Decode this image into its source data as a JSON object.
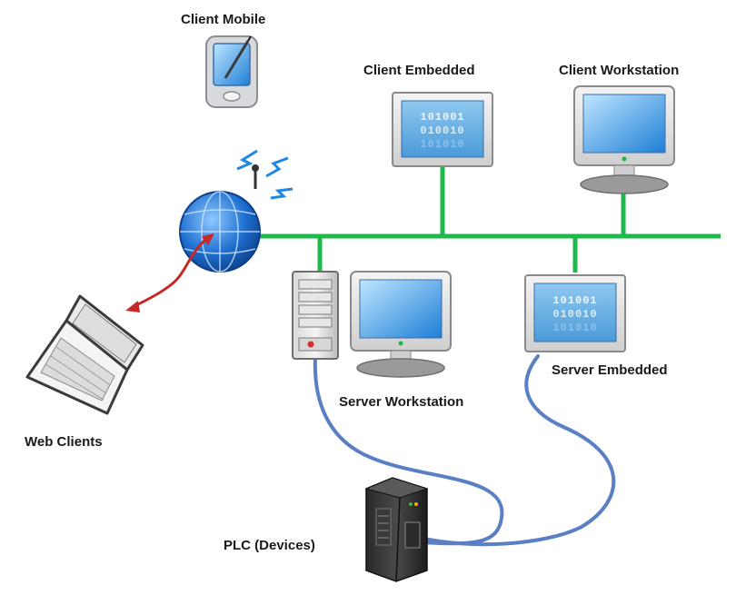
{
  "labels": {
    "client_mobile": "Client Mobile",
    "client_embedded": "Client Embedded",
    "client_workstation": "Client Workstation",
    "web_clients": "Web Clients",
    "server_workstation": "Server Workstation",
    "server_embedded": "Server Embedded",
    "plc_devices": "PLC (Devices)"
  },
  "embedded_screen": {
    "line1": "101001",
    "line2": "010010",
    "line3": "101010"
  },
  "colors": {
    "network_line": "#1fb84a",
    "cable": "#5a7fc4",
    "web_link": "#c62828",
    "globe": "#1e6fd0",
    "signal": "#1e88e5"
  },
  "icons": {
    "mobile": "pda-icon",
    "globe": "globe-icon",
    "laptop": "laptop-icon",
    "server": "server-tower-icon",
    "monitor": "monitor-icon",
    "embedded_panel": "embedded-panel-icon",
    "plc": "plc-icon"
  }
}
